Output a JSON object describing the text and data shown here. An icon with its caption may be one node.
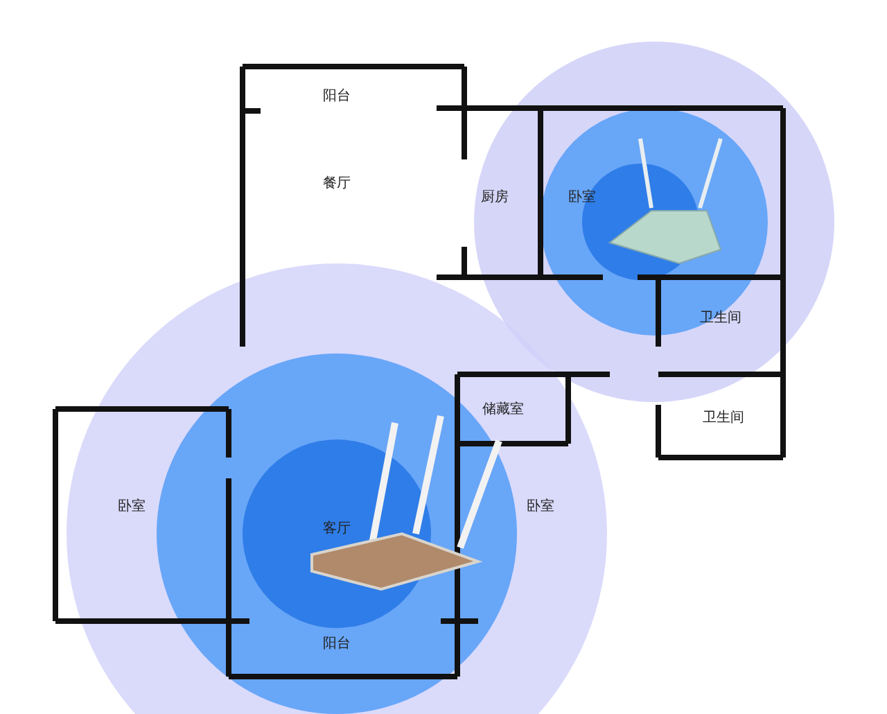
{
  "diagram": {
    "labels": [
      "阳台",
      "餐厅",
      "厨房",
      "卧室",
      "卫生间",
      "储藏室",
      "卫生间",
      "卧室",
      "客厅",
      "卧室",
      "阳台"
    ]
  }
}
